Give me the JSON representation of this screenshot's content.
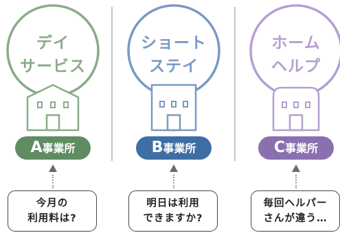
{
  "colors": {
    "day": "#8aab88",
    "day_badge": "#5f8c62",
    "short": "#7a99c4",
    "short_badge": "#3f6ea4",
    "home": "#b59fcf",
    "home_badge": "#8a70b0",
    "note_border": "#444444",
    "divider": "#c4c4c4"
  },
  "services": [
    {
      "bubble": [
        "デイ",
        "サービス"
      ],
      "badge_letter": "A",
      "badge_suffix": "事業所",
      "note": [
        "今月の",
        "利用料は?"
      ],
      "icon": "house-icon"
    },
    {
      "bubble": [
        "ショート",
        "ステイ"
      ],
      "badge_letter": "B",
      "badge_suffix": "事業所",
      "note": [
        "明日は利用",
        "できますか?"
      ],
      "icon": "house-icon"
    },
    {
      "bubble": [
        "ホーム",
        "ヘルプ"
      ],
      "badge_letter": "C",
      "badge_suffix": "事業所",
      "note": [
        "毎回ヘルパー",
        "さんが違う…"
      ],
      "icon": "house-icon"
    }
  ]
}
